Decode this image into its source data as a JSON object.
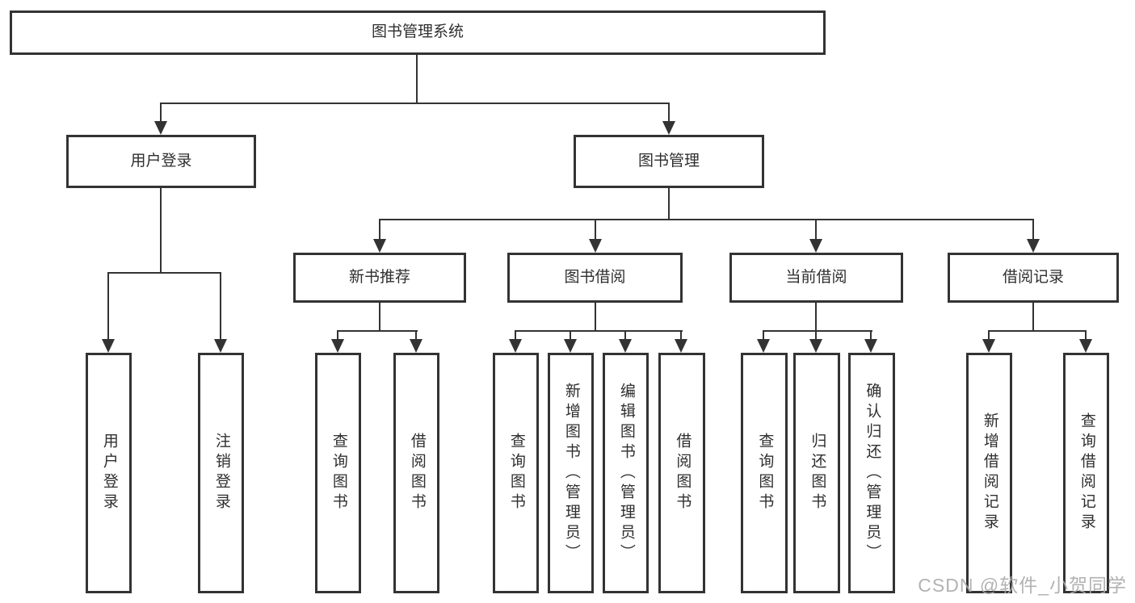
{
  "diagram_title": "图书管理系统",
  "tree": {
    "label": "图书管理系统",
    "children": [
      {
        "label": "用户登录",
        "children": [
          {
            "label": "用户登录"
          },
          {
            "label": "注销登录"
          }
        ]
      },
      {
        "label": "图书管理",
        "children": [
          {
            "label": "新书推荐",
            "children": [
              {
                "label": "查询图书"
              },
              {
                "label": "借阅图书"
              }
            ]
          },
          {
            "label": "图书借阅",
            "children": [
              {
                "label": "查询图书"
              },
              {
                "label": "新增图书（管理员）"
              },
              {
                "label": "编辑图书（管理员）"
              },
              {
                "label": "借阅图书"
              }
            ]
          },
          {
            "label": "当前借阅",
            "children": [
              {
                "label": "查询图书"
              },
              {
                "label": "归还图书"
              },
              {
                "label": "确认归还（管理员）"
              }
            ]
          },
          {
            "label": "借阅记录",
            "children": [
              {
                "label": "新增借阅记录"
              },
              {
                "label": "查询借阅记录"
              }
            ]
          }
        ]
      }
    ]
  },
  "watermark": {
    "text": "CSDN @软件_小贺同学"
  },
  "colors": {
    "line": "#333333",
    "box_border": "#333333",
    "text": "#2f2f2f",
    "watermark": "#aaaaaa",
    "background": "#ffffff"
  }
}
